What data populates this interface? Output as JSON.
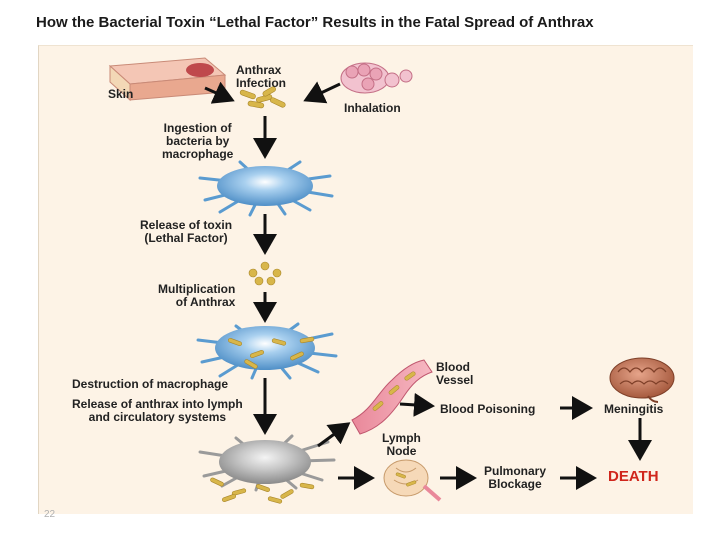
{
  "title": "How the Bacterial Toxin “Lethal Factor” Results in the Fatal Spread of Anthrax",
  "labels": {
    "skin": "Skin",
    "anthrax_infection": [
      "Anthrax",
      "Infection"
    ],
    "inhalation": "Inhalation",
    "ingestion": [
      "Ingestion of",
      "bacteria by",
      "macrophage"
    ],
    "release_toxin": [
      "Release of toxin",
      "(Lethal Factor)"
    ],
    "multiplication": [
      "Multiplication",
      "of Anthrax"
    ],
    "destruction": "Destruction of macrophage",
    "release_lymph": [
      "Release of anthrax into lymph",
      "and circulatory systems"
    ],
    "blood_vessel": [
      "Blood",
      "Vessel"
    ],
    "blood_poisoning": "Blood Poisoning",
    "meningitis": "Meningitis",
    "lymph_node": [
      "Lymph",
      "Node"
    ],
    "pulmonary_blockage": [
      "Pulmonary",
      "Blockage"
    ],
    "death": "DEATH"
  },
  "page_number": "22",
  "colors": {
    "panel_bg": "#fdf3e6",
    "death_red": "#d0261c",
    "macrophage_blue": "#6fa8d6",
    "bacteria_yellow": "#d8b64a",
    "arrow_black": "#111111"
  }
}
